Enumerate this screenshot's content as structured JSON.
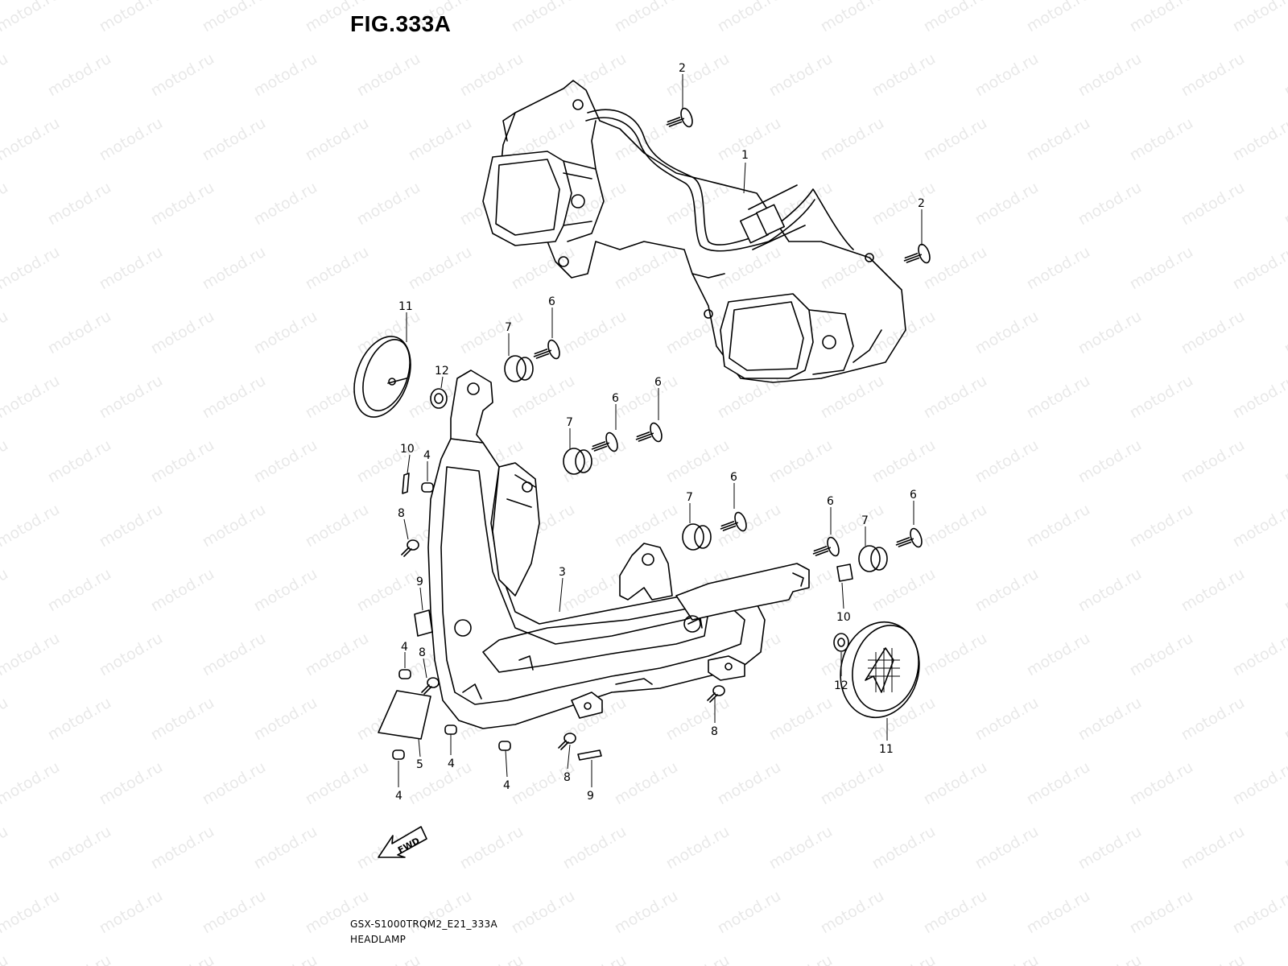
{
  "figure": {
    "title": "FIG.333A",
    "model_code": "GSX-S1000TRQM2_E21_333A",
    "assembly_name": "HEADLAMP",
    "direction_label": "FWD",
    "watermark_text": "motod.ru"
  },
  "callouts": [
    {
      "id": "c1a",
      "label": "1"
    },
    {
      "id": "c2a",
      "label": "2"
    },
    {
      "id": "c2b",
      "label": "2"
    },
    {
      "id": "c3a",
      "label": "3"
    },
    {
      "id": "c4a",
      "label": "4"
    },
    {
      "id": "c4b",
      "label": "4"
    },
    {
      "id": "c4c",
      "label": "4"
    },
    {
      "id": "c4d",
      "label": "4"
    },
    {
      "id": "c4e",
      "label": "4"
    },
    {
      "id": "c5a",
      "label": "5"
    },
    {
      "id": "c6a",
      "label": "6"
    },
    {
      "id": "c6b",
      "label": "6"
    },
    {
      "id": "c6c",
      "label": "6"
    },
    {
      "id": "c6d",
      "label": "6"
    },
    {
      "id": "c6e",
      "label": "6"
    },
    {
      "id": "c6f",
      "label": "6"
    },
    {
      "id": "c7a",
      "label": "7"
    },
    {
      "id": "c7b",
      "label": "7"
    },
    {
      "id": "c7c",
      "label": "7"
    },
    {
      "id": "c7d",
      "label": "7"
    },
    {
      "id": "c8a",
      "label": "8"
    },
    {
      "id": "c8b",
      "label": "8"
    },
    {
      "id": "c8c",
      "label": "8"
    },
    {
      "id": "c8d",
      "label": "8"
    },
    {
      "id": "c9a",
      "label": "9"
    },
    {
      "id": "c9b",
      "label": "9"
    },
    {
      "id": "c10a",
      "label": "10"
    },
    {
      "id": "c10b",
      "label": "10"
    },
    {
      "id": "c11a",
      "label": "11"
    },
    {
      "id": "c11b",
      "label": "11"
    },
    {
      "id": "c12a",
      "label": "12"
    },
    {
      "id": "c12b",
      "label": "12"
    }
  ]
}
